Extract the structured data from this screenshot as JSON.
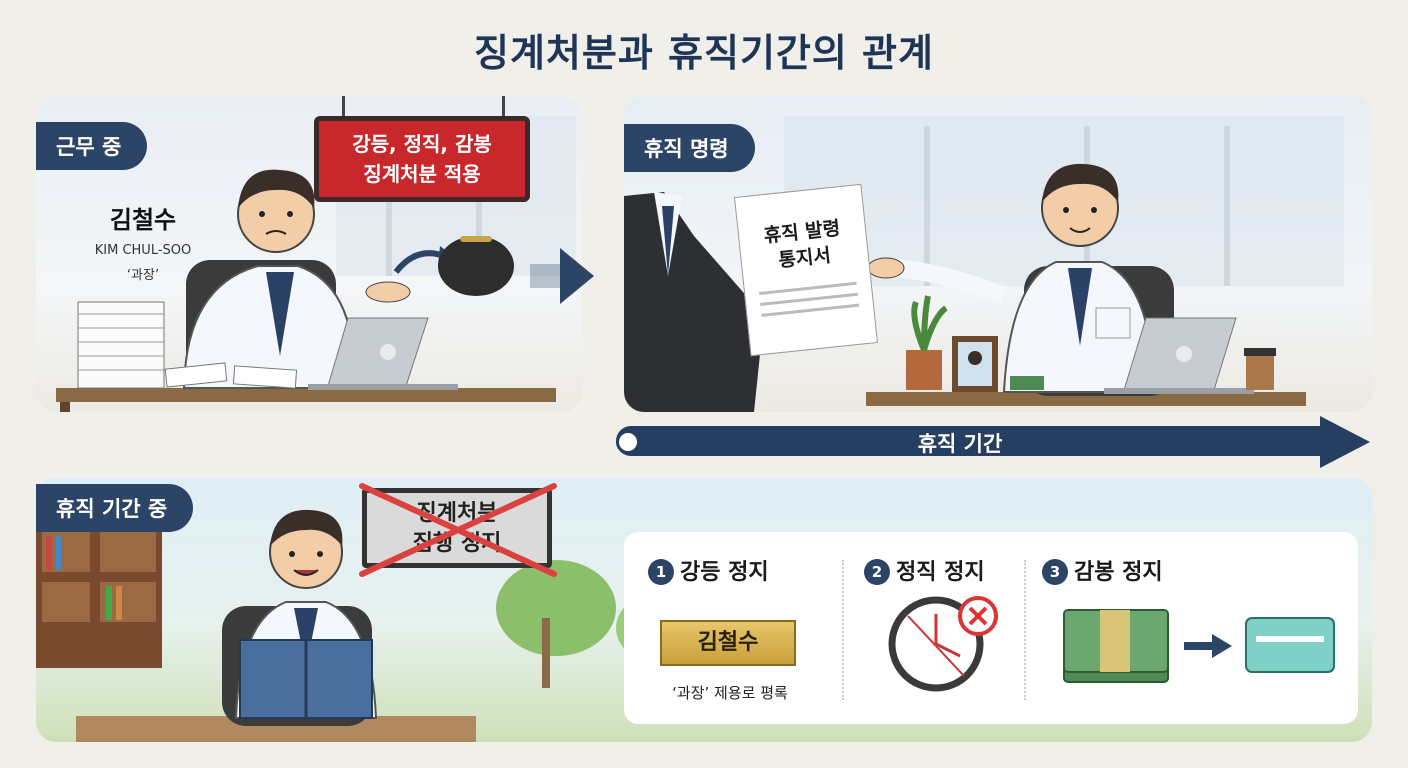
{
  "title": "징계처분과 휴직기간의 관계",
  "panel_work": {
    "tag": "근무 중",
    "sign_line1": "강등, 정직, 감봉",
    "sign_line2": "징계처분 적용",
    "person_name": "김철수",
    "person_name_en": "KIM CHUL-SOO",
    "person_rank": "‘과장’"
  },
  "panel_order": {
    "tag": "휴직 명령",
    "notice_line1": "휴직 발령",
    "notice_line2": "통지서"
  },
  "timeline": {
    "label": "휴직 기간"
  },
  "panel_leave": {
    "tag": "휴직 기간 중",
    "halt_line1": "징계처분",
    "halt_line2": "집행 정지",
    "items": [
      {
        "num": "1",
        "label": "강등 정지",
        "plate": "김철수",
        "caption": "‘과장’ 제용로 평록"
      },
      {
        "num": "2",
        "label": "정직 정지"
      },
      {
        "num": "3",
        "label": "감봉 정지"
      }
    ]
  },
  "colors": {
    "navy": "#2c4466",
    "red": "#c8282b",
    "gold": "#d9b352",
    "money": "#4f8a55"
  }
}
